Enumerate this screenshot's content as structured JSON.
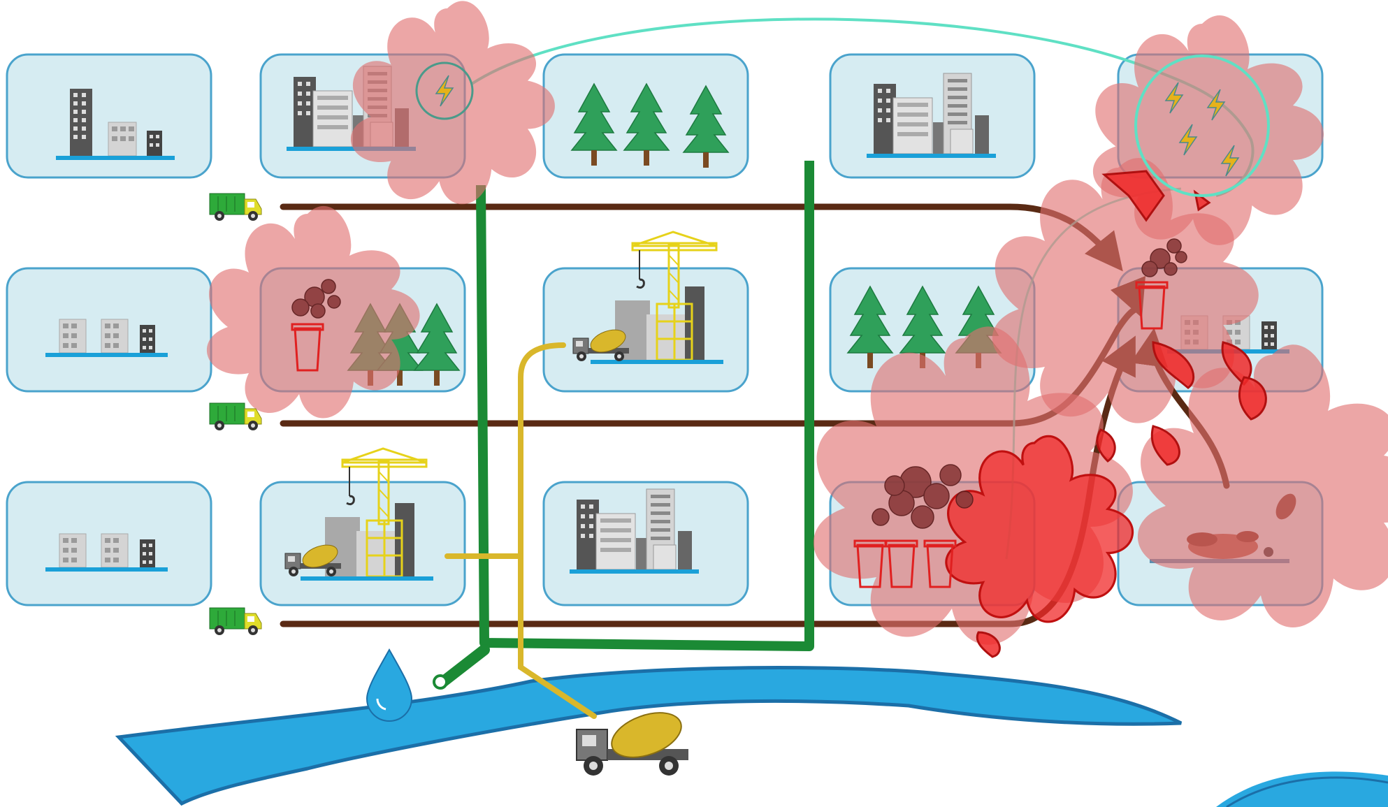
{
  "diagram": {
    "colors": {
      "block_fill": "#d6ecf2",
      "block_stroke": "#4aa3cc",
      "ground_line": "#1aa0d8",
      "waste_pipe": "#5a2a14",
      "water_pipe": "#1b8a35",
      "concrete_pipe": "#d9b72b",
      "power_line": "#5fe0c4",
      "river": "#29a8e0",
      "river_edge": "#1b6fa8",
      "contamination": "#e07070",
      "contamination_core": "#f02a2a",
      "truck_green": "#2eaa3a",
      "truck_yellow": "#e0dd2a",
      "mixer_drum": "#d9b72b",
      "building_dark": "#555555",
      "building_mid": "#9a9a9a",
      "building_light": "#d4d4d4",
      "tree_green": "#2fa05a",
      "crane_yellow": "#e6d21a"
    },
    "blocks": [
      {
        "id": "r1c1",
        "icons": [
          "residential-building-icon"
        ]
      },
      {
        "id": "r1c2",
        "icons": [
          "city-buildings-icon",
          "power-plant-icon"
        ],
        "contaminated": true
      },
      {
        "id": "r1c3",
        "icons": [
          "forest-icon"
        ]
      },
      {
        "id": "r1c4",
        "icons": [
          "city-buildings-icon"
        ]
      },
      {
        "id": "r1c5",
        "icons": [
          "power-plant-icon"
        ],
        "contaminated": true
      },
      {
        "id": "r2c1",
        "icons": [
          "residential-building-icon"
        ]
      },
      {
        "id": "r2c2",
        "icons": [
          "factory-icon",
          "smoke-icon",
          "forest-icon"
        ],
        "contaminated": true
      },
      {
        "id": "r2c3",
        "icons": [
          "construction-crane-icon",
          "cement-mixer-truck-icon"
        ]
      },
      {
        "id": "r2c4",
        "icons": [
          "forest-icon"
        ],
        "contaminated": true
      },
      {
        "id": "r2c5",
        "icons": [
          "residential-building-icon",
          "factory-icon"
        ],
        "contaminated": true
      },
      {
        "id": "r3c1",
        "icons": [
          "residential-building-icon"
        ]
      },
      {
        "id": "r3c2",
        "icons": [
          "construction-crane-icon",
          "cement-mixer-truck-icon"
        ]
      },
      {
        "id": "r3c3",
        "icons": [
          "city-buildings-icon"
        ]
      },
      {
        "id": "r3c4",
        "icons": [
          "factory-icon",
          "smoke-icon"
        ],
        "contaminated": true
      },
      {
        "id": "r3c5",
        "icons": [
          "debris-icon"
        ],
        "contaminated": true
      }
    ],
    "vehicles": [
      "garbage-truck-icon",
      "garbage-truck-icon",
      "garbage-truck-icon",
      "cement-mixer-truck-icon"
    ],
    "water_icon": "water-drop-icon"
  }
}
